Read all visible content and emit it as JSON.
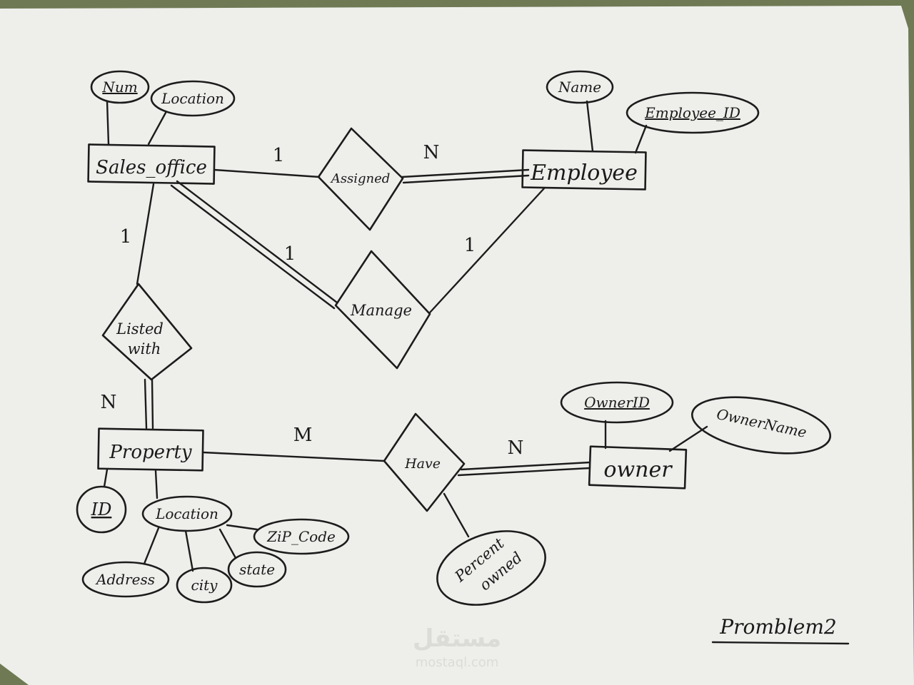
{
  "diagram": {
    "entities": {
      "sales_office": "Sales_office",
      "employee": "Employee",
      "property": "Property",
      "owner": "owner"
    },
    "relationships": {
      "assigned": "Assigned",
      "manage": "Manage",
      "listed_with_line1": "Listed",
      "listed_with_line2": "with",
      "have": "Have"
    },
    "attributes": {
      "num": "Num",
      "sales_location": "Location",
      "name": "Name",
      "employee_id": "Employee_ID",
      "owner_id": "OwnerID",
      "owner_name": "OwnerName",
      "id": "ID",
      "property_location": "Location",
      "zip_code": "ZiP_Code",
      "address": "Address",
      "city": "city",
      "state": "state",
      "percent_owned_line1": "Percent",
      "percent_owned_line2": "owned"
    },
    "cardinalities": {
      "assigned_sales": "1",
      "assigned_employee": "N",
      "manage_sales": "1",
      "manage_employee": "1",
      "listed_sales": "1",
      "listed_property": "N",
      "have_property": "M",
      "have_owner": "N"
    },
    "caption": "Promblem2"
  },
  "watermark": {
    "brand": "مستقل",
    "url": "mostaql.com"
  },
  "colors": {
    "paper": "#f1f2ee",
    "ink": "#1c1c1c",
    "background": "#6f7a55"
  }
}
